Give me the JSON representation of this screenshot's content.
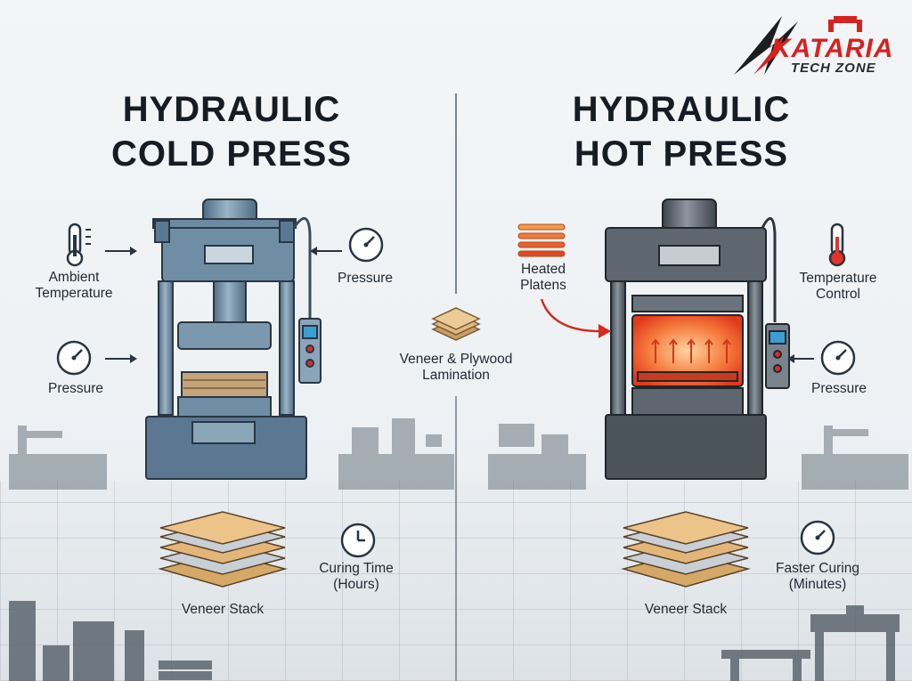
{
  "logo": {
    "line1": "KATARIA",
    "line2": "TECH ZONE"
  },
  "cold": {
    "title_line1": "HYDRAULIC",
    "title_line2": "COLD PRESS",
    "ambient": [
      "Ambient",
      "Temperature"
    ],
    "pressure_right": "Pressure",
    "pressure_left": "Pressure",
    "stack": "Veneer Stack",
    "curing": [
      "Curing Time",
      "(Hours)"
    ]
  },
  "center": {
    "lamination": [
      "Veneer & Plywood",
      "Lamination"
    ]
  },
  "hot": {
    "title_line1": "HYDRAULIC",
    "title_line2": "HOT PRESS",
    "heated": [
      "Heated",
      "Platens"
    ],
    "temperature": [
      "Temperature",
      "Control"
    ],
    "pressure": "Pressure",
    "stack": "Veneer Stack",
    "curing": [
      "Faster Curing",
      "(Minutes)"
    ]
  },
  "colors": {
    "cold_steel": "#6f8ea6",
    "hot_steel": "#5e6770",
    "heat": "#ee5a2e",
    "accent": "#d62222"
  }
}
